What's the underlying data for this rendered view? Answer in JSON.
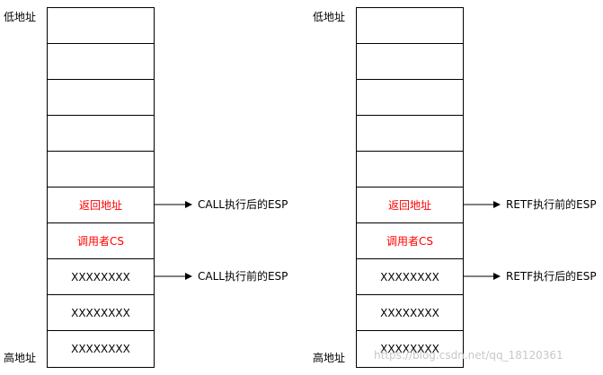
{
  "left_diagram": {
    "top_label": "低地址",
    "bottom_label": "高地址",
    "cells": [
      "",
      "",
      "",
      "",
      "",
      "返回地址",
      "调用者CS",
      "XXXXXXXX",
      "XXXXXXXX",
      "XXXXXXXX"
    ],
    "arrow_after": "CALL执行后的ESP",
    "arrow_before": "CALL执行前的ESP"
  },
  "right_diagram": {
    "top_label": "低地址",
    "bottom_label": "高地址",
    "cells": [
      "",
      "",
      "",
      "",
      "",
      "返回地址",
      "调用者CS",
      "XXXXXXXX",
      "XXXXXXXX",
      "XXXXXXXX"
    ],
    "arrow_before": "RETF执行前的ESP",
    "arrow_after": "RETF执行后的ESP"
  },
  "highlight_color": "#ff0000",
  "watermark": "https://blog.csdn.net/qq_18120361"
}
